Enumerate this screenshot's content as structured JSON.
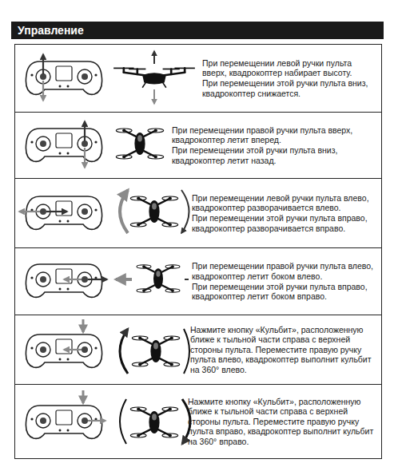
{
  "diagram": {
    "title": "Управление",
    "nodes": [
      {
        "text": [
          "При перемещении левой ручки пульта вверх, квадрокоптер набирает высоту.",
          "При перемещении этой ручки пульта вниз, квадрокоптер снижается."
        ]
      },
      {
        "text": [
          "При перемещении правой ручки пульта вверх, квадрокоптер летит вперед.",
          "При перемещении этой ручки пульта вниз, квадрокоптер летит назад."
        ]
      },
      {
        "text": [
          "При перемещении левой ручки пульта влево, квадрокоптер разворачивается влево.",
          "При перемещении этой ручки пульта вправо, квадрокоптер разворачивается вправо."
        ]
      },
      {
        "text": [
          "При перемещении правой ручки пульта влево, квадрокоптер летит боком влево.",
          "При перемещении этой ручки пульта вправо, квадрокоптер летит боком вправо."
        ]
      },
      {
        "text": [
          "Нажмите кнопку «Кульбит», расположенную ближе к тыльной части справа с верхней стороны пульта. Переместите правую ручку пульта влево, квадрокоптер выполнит кульбит на 360° влево."
        ]
      },
      {
        "text": [
          "Нажмите кнопку «Кульбит», расположенную ближе к тыльной части справа с верхней стороны пульта. Переместите правую ручку пульта вправо, квадрокоптер выполнит кульбит на 360° вправо."
        ]
      }
    ]
  }
}
